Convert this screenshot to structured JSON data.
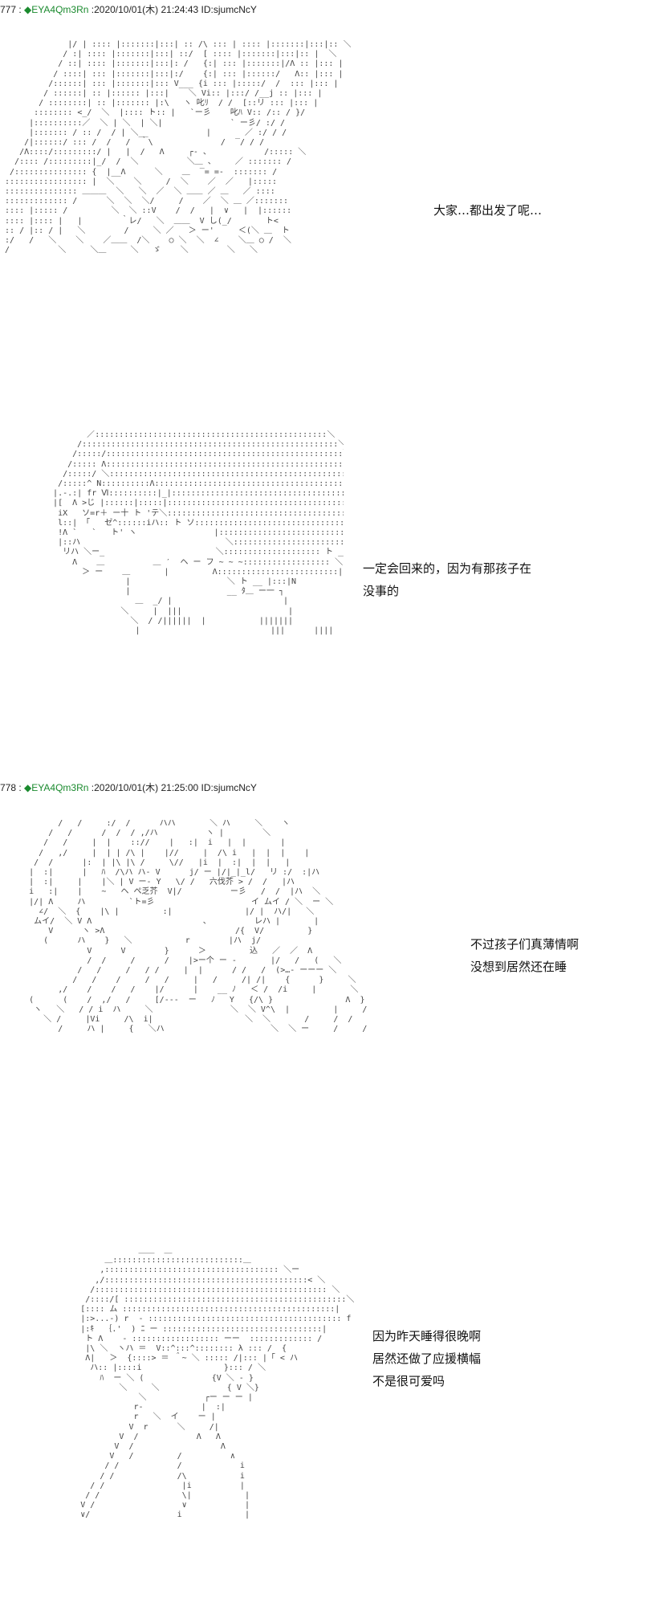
{
  "posts": [
    {
      "number": "777",
      "separator": " : ",
      "trip": "◆EYA4Qm3Rn",
      "datetime": " :2020/10/01(木) 21:24:43 ID:sjumcNcY"
    },
    {
      "number": "778",
      "separator": " : ",
      "trip": "◆EYA4Qm3Rn",
      "datetime": " :2020/10/01(木) 21:25:00 ID:sjumcNcY"
    }
  ],
  "dialogues": [
    {
      "lines": [
        "大家…都出发了呢…"
      ]
    },
    {
      "lines": [
        "一定会回来的，因为有那孩子在",
        "没事的"
      ]
    },
    {
      "lines": [
        "不过孩子们真薄情啊",
        "没想到居然还在睡"
      ]
    },
    {
      "lines": [
        "因为昨天睡得很晚啊",
        "居然还做了应援横幅",
        "不是很可爱吗"
      ]
    }
  ],
  "art_blocks": [
    {
      "lines": [
        "              |/ | :::: |:::::::|:::| :: /\\ ::: | :::: |:::::::|:::|:: ＼",
        "             / :| :::: |:::::::|:::| ::/  [ :::: |:::::::|:::|:: |  ＼",
        "            / ::| :::: |:::::::|:::|: /   {:| ::: |:::::::|/Λ :: |::: |",
        "           / ::::| ::: |:::::::|:::|:/    {:| ::: |::::::/   Λ:: |::: |",
        "          /::::::| ::: |:::::::|::: V___ {i ::: |:::::/  /  ::: |::: |",
        "         / ::::::| :: |:::::: |:::|    ＼ Vi:: |:::/ /__j :: |::: |",
        "        / ::::::::| :: |::::::: |:\\   ヽ 叱ﾘ  / /  [::リ ::: |::: |",
        "       :::::::: <_/  ＼  |:::: ト:: |   `ー彡    叱ﾊ V:: /:: / }/",
        "      |::::::::::／  ＼ | ＼  | ＼|              ` ー彡/ :/ /",
        "      |::::::: / :: /  / | ＼__            |       ／ :/ / /",
        "     /|::::::/ ::: /  /   /  ｀\\              /  ‾/ / /",
        "    /Λ::::/:::::::::/ |   |  /   Λ     ┌‐ 、           /::::: ＼",
        "   /:::: /:::::::::|_/  /  ＼          ＼＿ 、    ／ ::::::: /",
        "  /::::::::::::::: {  |__Λ      ＼    ＿  ‾= =-  ::::::: /",
        " ::::::::::::::::: |  ＼    ＼     /  ＼    ／  ／   |:::::",
        " ::::::::::::::: ＿＿＿  ＼   ＼  ／  ＼ ＿＿ ／ ＿   ／ ::::",
        " ::::::::::::: /      ＼  ＼  ＼/     /    ／  ＼ ＿ ／:::::::",
        " :::: |::::: /         ＼  ＼ ::V    /  /   |  ∨   |  |::::::",
        " :::: |:::: |   |        ｀レ/   ＼  ＿＿  V し(_/       ト<",
        " :: / |:: / |   ＼        /     ＼ ／   ＞ ー'     ＜(＼ ＿  ト",
        " :/   /   ＼    ＼    ／＿＿  /＼    ○ ＼  ＼  ∠    ＼＿ ○ /  ＼",
        " /          ＼     ＼＿     ＼   ゞ    ＼        ＼   ＼"
      ]
    },
    {
      "lines": [
        "          ／::::::::::::::::::::::::::::::::::::::::::::::::＼",
        "        /:::::::::::::::::::::::::::::::::::::::::::::::::::::＼",
        "       /:::::/:::::::::::::::::::::::::::::::::::::::::::::::::＼",
        "      /::::: Λ::::::::::::::::::::::::::::::::::::::::::::::::: ＼",
        "     /:::::/ ＼:::::::::::::::::::::::::::::::::::::::::::::::::::＼",
        "    /:::::^ N::::::::::Λ::::::::::::::::::::::::::::::::::::::::::::＼",
        "   |.-.:| fr Ⅵ::::::::::|_|::::::::::::::::::::::::::::::::::::::::::::::＼",
        "   |[  Λ >じ |::::::|:::::|::::::::::::::::::::::::::::::::::::::::::::::::＼",
        "    iX   ソ=r＋ ー十 ト 'テ＼::::::::::::::::::::::::::::::::::::::::::::::::::",
        "    l::| 「   ゼ^::::::iハ:: ト ソ::::::::::::::::::::::::::::::::::::::::::/",
        "    !Λ `   `   ト' ヽ                |:::::::::::::::::::::::::::::::::|",
        "    |::ハ                              ＼::::::::::::::::::::::::::: |",
        "     リハ ＼ー_                       ＼:::::::::::::::::::: ト __",
        "       Λ    ＿          ＿ ′  ヘ ー フ ~ ~ ~:::::::::::::::::: ＼ソ",
        "         ＞ ー    ＿       |         Λ:::::::::::::::::::::::::|",
        "                  |                    ＼ ト __ |:::|N",
        "                  |                    __ ﾀ＿ ー一 ┐",
        "                    ＿  _/ |                       |",
        "                 ＼     |  |||                      |",
        "                   ＼  / /||||||  |           |||||||",
        "                    |                           |||      ||||"
      ]
    },
    {
      "lines": [
        "            /   /     :/  /      ハハ       ＼ ハ     ＼    ヽ",
        "          /   /      /  /  / ,/ハ          ヽ |        ＼",
        "         /   /     |  |    :://    |   :|  i   |  |       |",
        "        /   ,/     |  | | /\\ |    |//     |  /\\ i   |  |  |    |",
        "       /  /      |:  | |\\ |\\ /     \\//   |i  |  :|  |  |   |",
        "      |  :|      |   ﾊ  /\\ハ ハ‐ V      j/ ー |/|_|_l/   リ :/  :|ハ",
        "      |  :|     |    |＼ | V ー‐ Y   \\/ /   六伐芥 > /  /   |ハ",
        "      i   :|    |    ~   ヘ ペ乏芥  V|/          ー彡   /  /  |ハ  ＼",
        "      |/| Λ     ハ         `ト=彡                    イ ムイ / ＼  ー ＼",
        "        ∠/  ＼  {    |\\ |         :|               |/ |  ハ/|   ＼",
        "       ムイ/  ＼ V Λ                       、         レハ |       |",
        "          V      ヽ >Λ                           /{  V/         }",
        "         (      ハ    }   ＼           r        |ハ  j/",
        "                  V      V        }      ＞         込   ／  ／  Λ",
        "                  /  /     /      /    |>ー个 ー ‐       |/   /   (   ＼",
        "                /   /     /   / /     |  |      / /   /  (>…‐ ーーー ＼",
        "               /   /    /     /   /     |   /     /| /|    {      }     ＼",
        "            ,/    /    /   /    |/      |    __ ﾉ   ＜ /  /i     |       ＼",
        "      (      (    /  ,/   /     [/‐‐‐  ー   ﾉ   Y   {/\\ }               Λ  }",
        "       ヽ   ＼   / / i  ハ     ＼                ＼  ＼ V^\\  |         |     /",
        "         ＼ /     |Vi     /\\  i|                   ＼  ＼       /     /  /",
        "            /     ハ |     {   ＼ハ                      ＼  ＼ ー     /     /"
      ]
    },
    {
      "lines": [
        "                        ＿＿  ＿",
        "                 ＿:::::::::::::::::::::::::::＿",
        "                ,:::::::::::::::::::::::::::::::::::: ＼ー",
        "               ,/::::::::::::::::::::::::::::::::::::::::::< ＼",
        "              /:::::::::::::::::::::::::::::::::::::::::::::::: ＼",
        "             /::::/[ ::::::::::::::::::::::::::::::::::::::::::::::＼",
        "            [:::: ム ::::::::::::::::::::::::::::::::::::::::::::|",
        "            |:>...-) r  - :::::::::::::::::::::::::::::::::::::::: f",
        "            |:ｷ  ｛.'  ) ﾆ ー :::::::::::::::::::::::::::::::::|",
        "             ト Λ    ‐ :::::::::::::::::: ーー  ::::::::::::: /",
        "             |\\ ＼  ヽハ ＝  V::^:::^:::::::: λ ::: /  {",
        "             Λ|   ＞  {::::> ＝ ＾~ ＼ ::::: /|::: |「 < ハ",
        "              ハ:: |::::i                 }::: / ＼",
        "                ﾊ  ー ＼ (              {V ＼ ‐ }",
        "                    ＼     ＼              { V ＼}",
        "                        ＼            ┌ー ー ー |",
        "                       r‐            |  :|",
        "                       r   ＼  イ    ー |",
        "                      V  r      ＼     /|",
        "                    V  /            Λ   Λ",
        "                   V  /                  Λ",
        "                  V   /         /          ∧",
        "                 / /            /            i",
        "                / /             /\\           i",
        "              / /                |i          |",
        "             / /                 \\|           |",
        "            V /                  ∨            |",
        "            ∨/                  i             |"
      ]
    }
  ]
}
